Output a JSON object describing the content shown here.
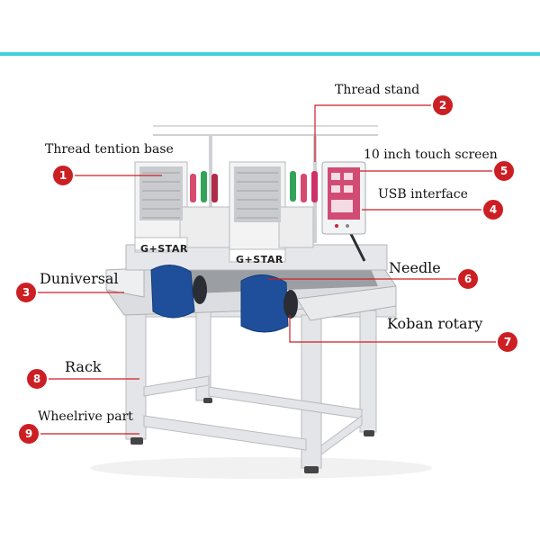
{
  "callouts": [
    {
      "num": "1",
      "label": "Thread tention base"
    },
    {
      "num": "2",
      "label": "Thread stand"
    },
    {
      "num": "3",
      "label": "Duniversal"
    },
    {
      "num": "4",
      "label": "USB interface"
    },
    {
      "num": "5",
      "label": "10 inch touch screen"
    },
    {
      "num": "6",
      "label": "Needle"
    },
    {
      "num": "7",
      "label": "Koban rotary"
    },
    {
      "num": "8",
      "label": "Rack"
    },
    {
      "num": "9",
      "label": "Wheelrive part"
    }
  ],
  "brand": {
    "left_head": "G+STAR",
    "right_head": "G+STAR"
  },
  "colors": {
    "accent_bar": "#3fd0de",
    "marker": "#cc1f24",
    "leader": "#cc1f24",
    "machine_frame": "#e9eaec",
    "motor_blue": "#1f4f9a"
  }
}
